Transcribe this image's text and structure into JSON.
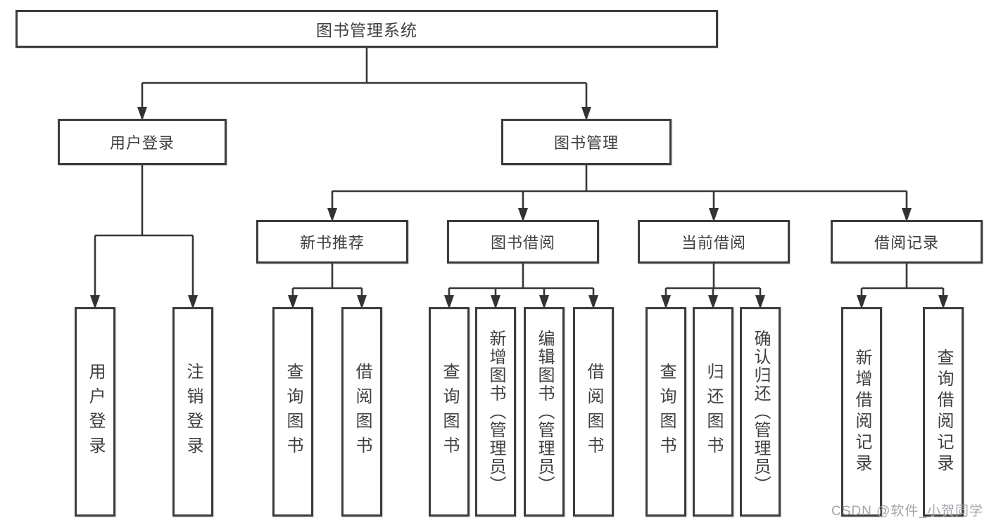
{
  "tree": {
    "label": "图书管理系统",
    "children": [
      {
        "label": "用户登录",
        "children": [
          {
            "label": "用户登录"
          },
          {
            "label": "注销登录"
          }
        ]
      },
      {
        "label": "图书管理",
        "children": [
          {
            "label": "新书推荐",
            "children": [
              {
                "label": "查询图书"
              },
              {
                "label": "借阅图书"
              }
            ]
          },
          {
            "label": "图书借阅",
            "children": [
              {
                "label": "查询图书"
              },
              {
                "label": "新增图书（管理员）"
              },
              {
                "label": "编辑图书（管理员）"
              },
              {
                "label": "借阅图书"
              }
            ]
          },
          {
            "label": "当前借阅",
            "children": [
              {
                "label": "查询图书"
              },
              {
                "label": "归还图书"
              },
              {
                "label": "确认归还（管理员）"
              }
            ]
          },
          {
            "label": "借阅记录",
            "children": [
              {
                "label": "新增借阅记录"
              },
              {
                "label": "查询借阅记录"
              }
            ]
          }
        ]
      }
    ]
  },
  "watermark": "CSDN @软件_小贺同学",
  "colors": {
    "border": "#3c3c3c",
    "text": "#3f3f3f",
    "line": "#383838",
    "watermark": "#9ea1a5",
    "background": "#ffffff"
  }
}
